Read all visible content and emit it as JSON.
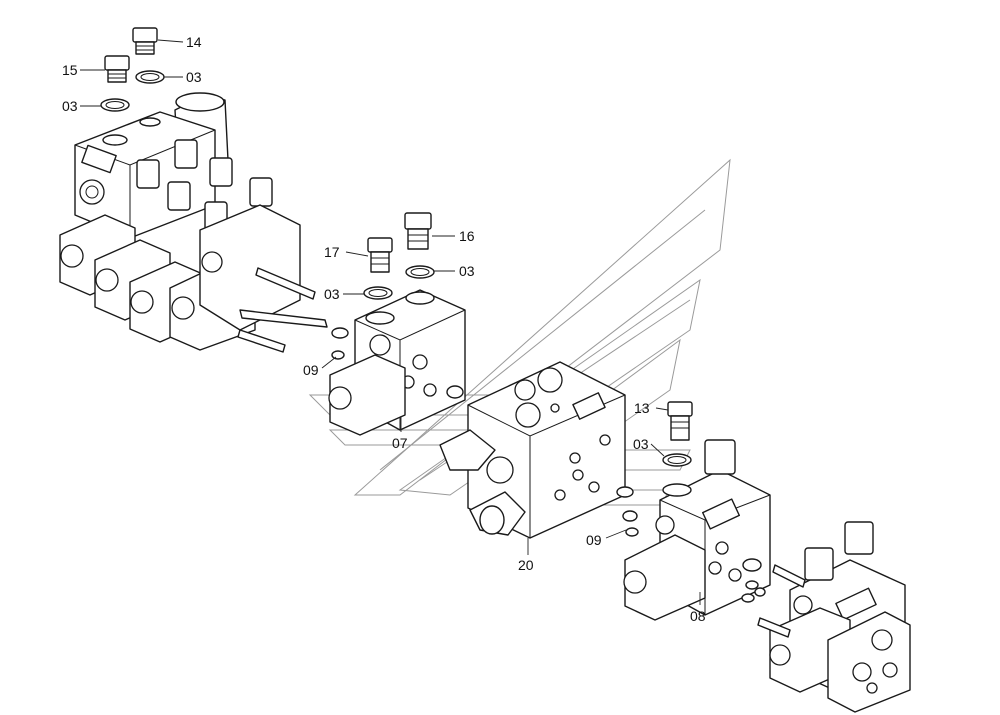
{
  "diagram": {
    "labels": [
      {
        "id": "lbl-14",
        "text": "14"
      },
      {
        "id": "lbl-03a",
        "text": "03"
      },
      {
        "id": "lbl-15",
        "text": "15"
      },
      {
        "id": "lbl-03b",
        "text": "03"
      },
      {
        "id": "lbl-17",
        "text": "17"
      },
      {
        "id": "lbl-16",
        "text": "16"
      },
      {
        "id": "lbl-03c",
        "text": "03"
      },
      {
        "id": "lbl-03d",
        "text": "03"
      },
      {
        "id": "lbl-09a",
        "text": "09"
      },
      {
        "id": "lbl-07",
        "text": "07"
      },
      {
        "id": "lbl-13",
        "text": "13"
      },
      {
        "id": "lbl-03e",
        "text": "03"
      },
      {
        "id": "lbl-09b",
        "text": "09"
      },
      {
        "id": "lbl-20",
        "text": "20"
      },
      {
        "id": "lbl-08",
        "text": "08"
      }
    ]
  }
}
